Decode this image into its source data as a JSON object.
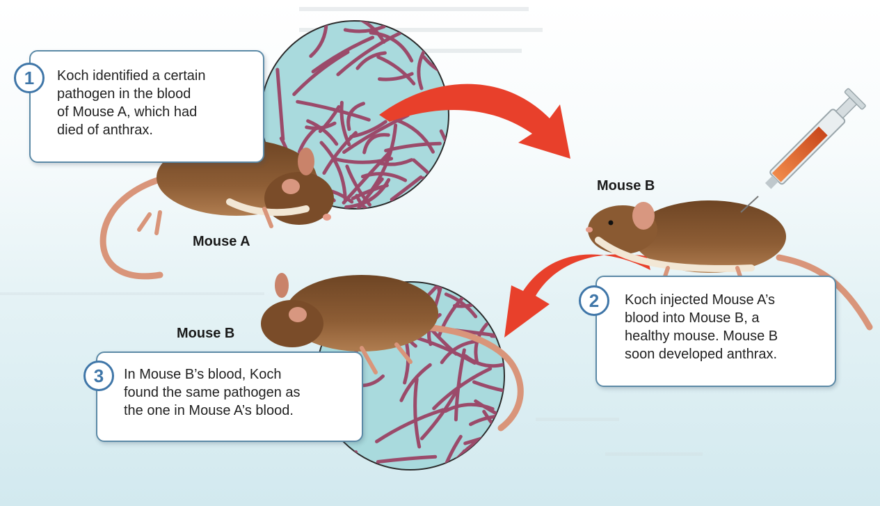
{
  "steps": [
    {
      "number": "1",
      "text": [
        "Koch identified a certain",
        "pathogen in the blood",
        "of Mouse A, which had",
        "died of anthrax."
      ]
    },
    {
      "number": "2",
      "text": [
        "Koch injected Mouse A’s",
        "blood into Mouse B, a",
        "healthy mouse. Mouse B",
        "soon developed anthrax."
      ]
    },
    {
      "number": "3",
      "text": [
        "In Mouse B’s blood, Koch",
        "found the same pathogen as",
        "the one in Mouse A’s blood."
      ]
    }
  ],
  "labels": {
    "mouse_a": "Mouse A",
    "mouse_b_healthy": "Mouse B",
    "mouse_b_sick": "Mouse B"
  },
  "colors": {
    "arrow": "#e8402b",
    "bacteria_bg": "#a9dadd",
    "bacteria_rod": "#9b4a6a",
    "badge": "#3f76a8",
    "mouse_fur": "#8a5a32",
    "syringe_fluid": "#e0622a"
  }
}
